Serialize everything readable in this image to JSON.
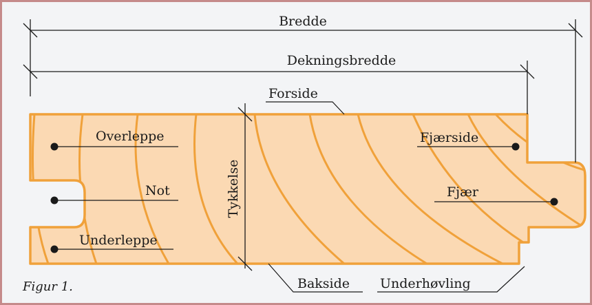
{
  "colors": {
    "frame": "#c58a8a",
    "background": "#f3f4f6",
    "board_fill": "#fbd9b3",
    "board_stroke": "#f0a13a",
    "grain": "#f0a13a",
    "ink": "#1a1a1a"
  },
  "dimensions": {
    "bredde": "Bredde",
    "dekningsbredde": "Dekningsbredde",
    "tykkelse": "Tykkelse"
  },
  "labels": {
    "forside": "Forside",
    "overleppe": "Overleppe",
    "not": "Not",
    "underleppe": "Underleppe",
    "fjaerside": "Fjærside",
    "fjaer": "Fjær",
    "bakside": "Bakside",
    "underhovling": "Underhøvling"
  },
  "caption": "Figur 1."
}
